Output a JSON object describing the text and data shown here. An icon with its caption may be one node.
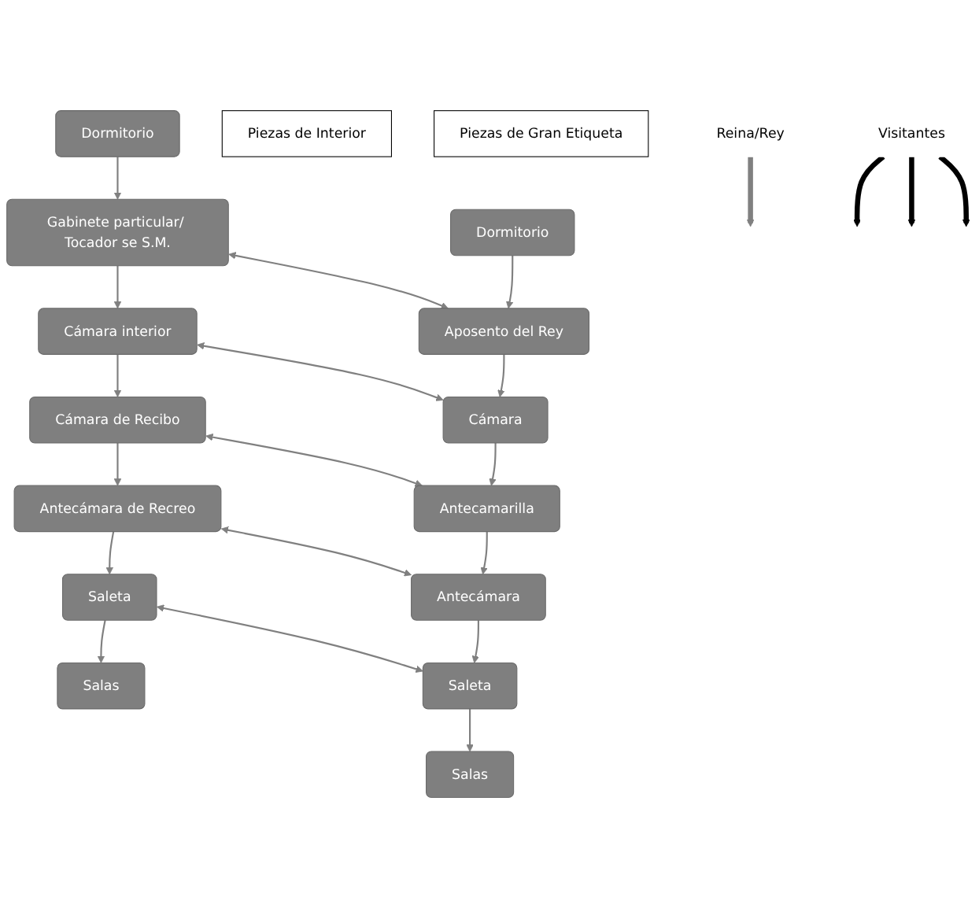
{
  "diagram": {
    "nodes": [
      {
        "text": [
          "Dormitorio"
        ]
      },
      {
        "text": [
          "Gabinete particular/ Tocador se S.M."
        ]
      },
      {
        "text": [
          "Cámara interior"
        ]
      },
      {
        "text": [
          "Cámara de Recibo"
        ]
      },
      {
        "text": [
          "Antecámara de Recreo"
        ]
      },
      {
        "text": [
          "Saleta"
        ]
      },
      {
        "text": [
          "Salas"
        ]
      },
      {
        "text": [
          "Reina/Rey"
        ]
      },
      {
        "text": [
          "Dormitorio"
        ]
      },
      {
        "text": [
          "Aposento del Rey"
        ]
      },
      {
        "text": [
          "Cámara"
        ]
      },
      {
        "text": [
          "Antecamarilla"
        ]
      },
      {
        "text": [
          "Antecámara"
        ]
      },
      {
        "text": [
          "Saleta"
        ]
      },
      {
        "text": [
          "Salas"
        ]
      },
      {
        "text": [
          "Visitantes"
        ]
      },
      {
        "text": [
          "Piezas de Interior"
        ]
      },
      {
        "text": [
          "Piezas de Gran Etiqueta"
        ]
      }
    ],
    "edges": [
      {
        "from": 0,
        "to": 1,
        "arrow": "to"
      },
      {
        "from": 1,
        "to": 2,
        "arrow": "to"
      },
      {
        "from": 2,
        "to": 3,
        "arrow": "to"
      },
      {
        "from": 3,
        "to": 4,
        "arrow": "to"
      },
      {
        "from": 4,
        "to": 5,
        "arrow": "to"
      },
      {
        "from": 5,
        "to": 6,
        "arrow": "to"
      },
      {
        "from": 8,
        "to": 9,
        "arrow": "to"
      },
      {
        "from": 9,
        "to": 10,
        "arrow": "to"
      },
      {
        "from": 10,
        "to": 11,
        "arrow": "to"
      },
      {
        "from": 11,
        "to": 12,
        "arrow": "to"
      },
      {
        "from": 12,
        "to": 13,
        "arrow": "to"
      },
      {
        "from": 13,
        "to": 14,
        "arrow": "to"
      },
      {
        "from": 1,
        "to": 9,
        "arrow": "both"
      },
      {
        "from": 2,
        "to": 10,
        "arrow": "both"
      },
      {
        "from": 3,
        "to": 11,
        "arrow": "both"
      },
      {
        "from": 4,
        "to": 12,
        "arrow": "both"
      },
      {
        "from": 5,
        "to": 13,
        "arrow": "both"
      },
      {
        "from": 7,
        "to": null,
        "arrow": "to",
        "style": "thick"
      },
      {
        "from": 15,
        "to": null,
        "arrow": "to",
        "style": "thick",
        "color": "#000000"
      },
      {
        "from": 15,
        "to": null,
        "arrow": "to",
        "style": "thick",
        "color": "#000000"
      },
      {
        "from": 15,
        "to": null,
        "arrow": "to",
        "style": "thick",
        "color": "#000000"
      }
    ]
  }
}
